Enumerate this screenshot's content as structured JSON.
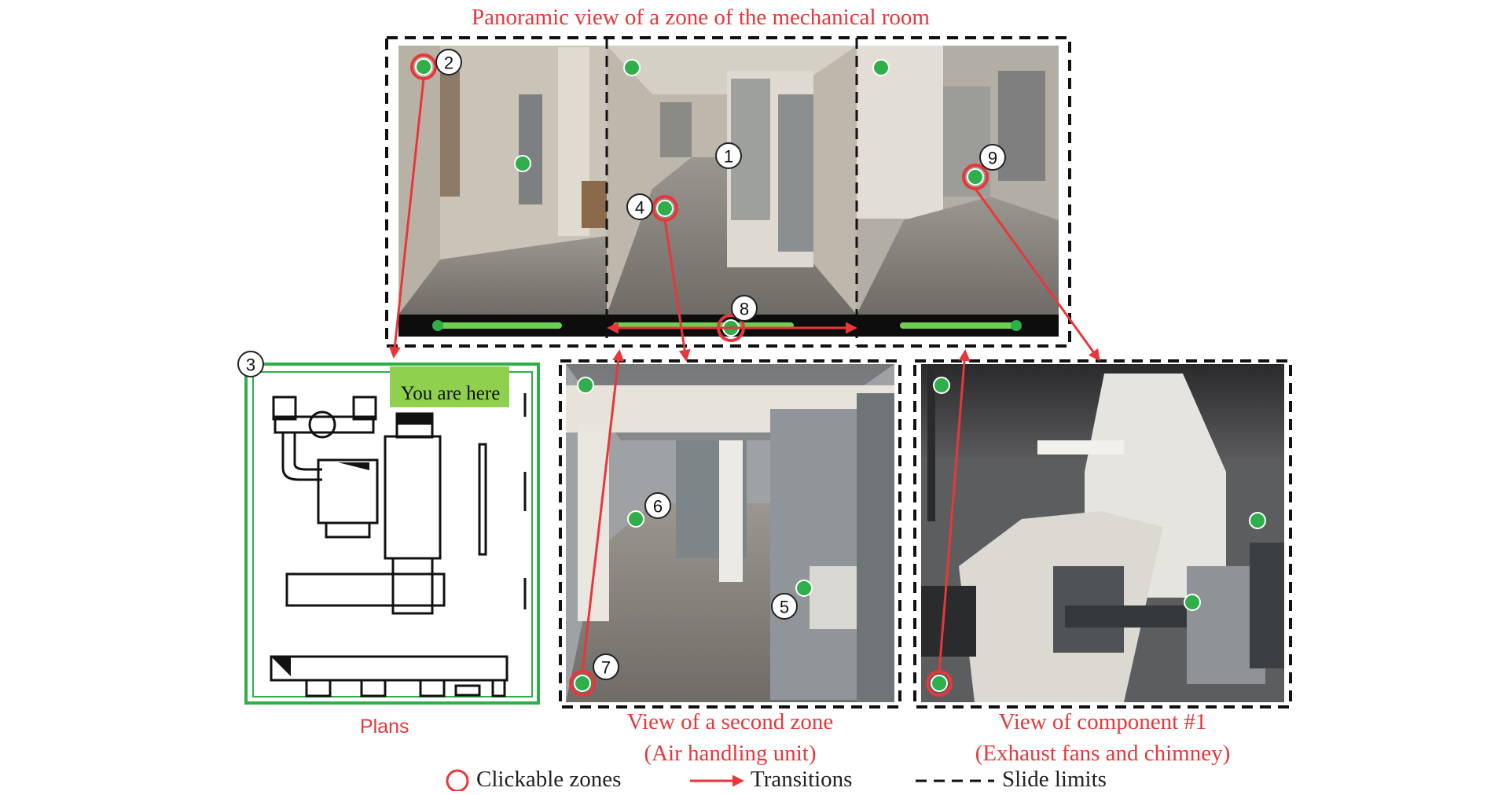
{
  "title": "Panoramic view of a zone of the mechanical room",
  "panels": {
    "plans": {
      "label": "Plans",
      "badge": "You are here"
    },
    "zone2": {
      "line1": "View of a second zone",
      "line2": "(Air handling unit)"
    },
    "component1": {
      "line1": "View of component #1",
      "line2": "(Exhaust fans and chimney)"
    }
  },
  "markers": [
    "1",
    "2",
    "3",
    "4",
    "5",
    "6",
    "7",
    "8",
    "9"
  ],
  "legend": {
    "clickable": "Clickable zones",
    "transitions": "Transitions",
    "limits": "Slide limits"
  },
  "colors": {
    "accent": "#e8373a",
    "plan_frame": "#2fae4a",
    "hotspot": "#2fae4a",
    "badge_bg": "#8fd14f"
  }
}
